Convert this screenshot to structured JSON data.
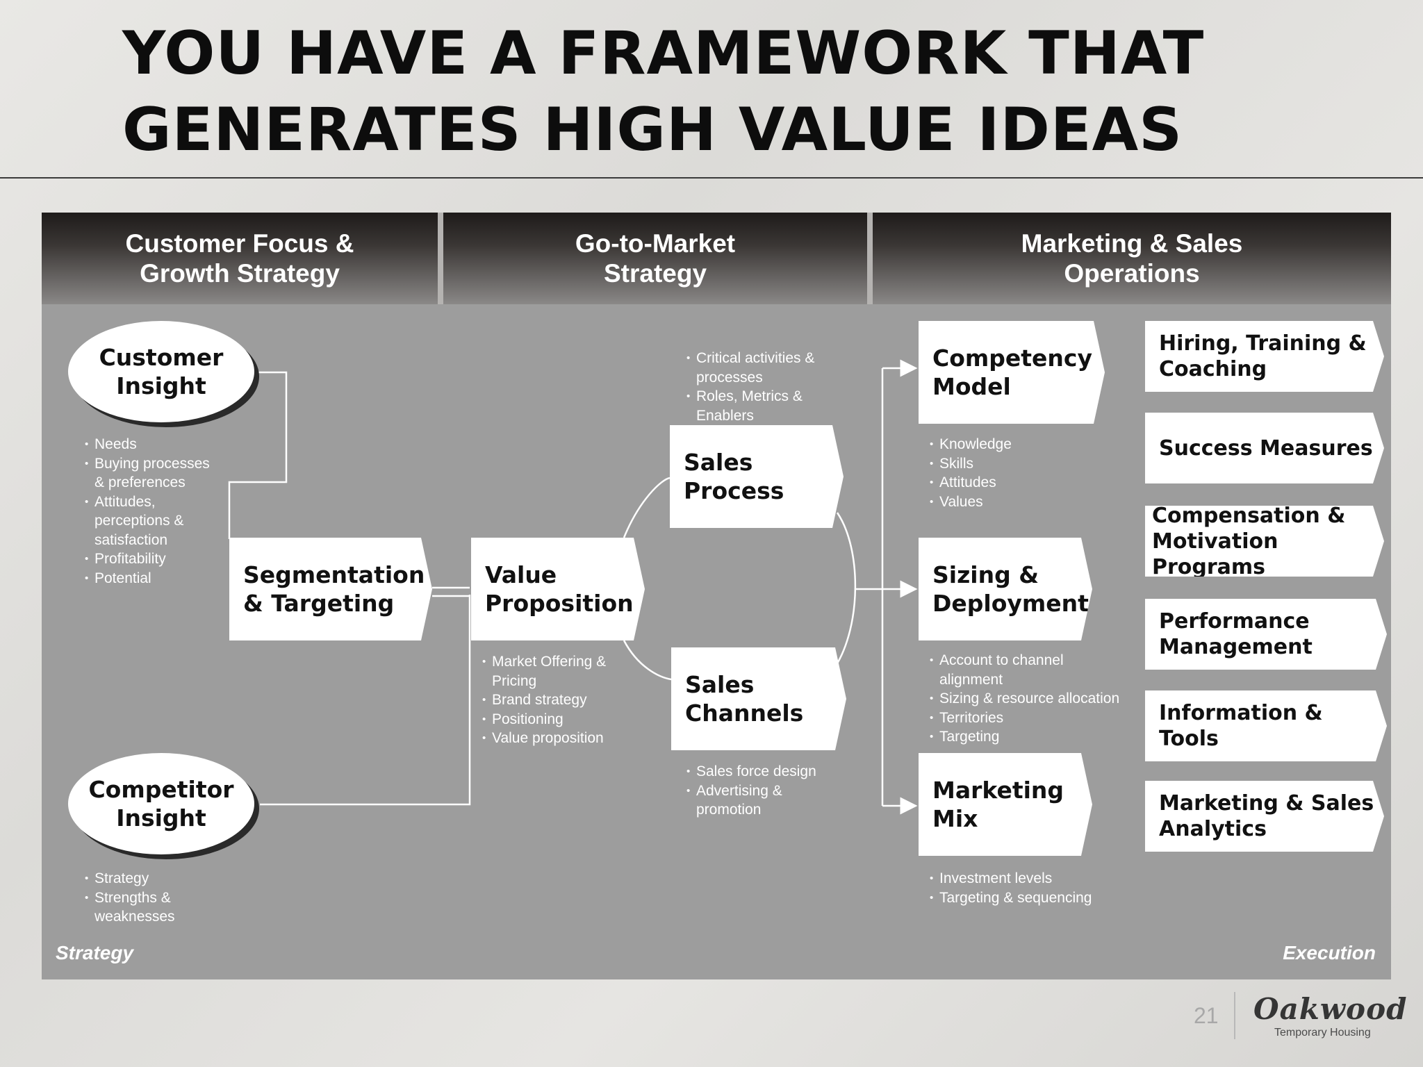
{
  "title": [
    "YOU HAVE A FRAMEWORK THAT",
    "GENERATES HIGH VALUE IDEAS"
  ],
  "columns": [
    {
      "lines": [
        "Customer Focus &",
        "Growth Strategy"
      ]
    },
    {
      "lines": [
        "Go-to-Market",
        "Strategy"
      ]
    },
    {
      "lines": [
        "Marketing & Sales",
        "Operations"
      ]
    }
  ],
  "ovals": {
    "customer_insight": [
      "Customer",
      "Insight"
    ],
    "competitor_insight": [
      "Competitor",
      "Insight"
    ]
  },
  "boxes": {
    "segmentation": [
      "Segmentation",
      "& Targeting"
    ],
    "value_proposition": [
      "Value",
      "Proposition"
    ],
    "sales_process": [
      "Sales",
      "Process"
    ],
    "sales_channels": [
      "Sales",
      "Channels"
    ],
    "competency_model": [
      "Competency",
      "Model"
    ],
    "sizing_deployment": [
      "Sizing &",
      "Deployment"
    ],
    "marketing_mix": [
      "Marketing",
      "Mix"
    ]
  },
  "operations": [
    [
      "Hiring, Training &",
      "Coaching"
    ],
    [
      "Success Measures"
    ],
    [
      "Compensation &",
      "Motivation Programs"
    ],
    [
      "Performance",
      "Management"
    ],
    [
      "Information & Tools"
    ],
    [
      "Marketing & Sales",
      "Analytics"
    ]
  ],
  "bullets": {
    "customer": [
      "Needs",
      "Buying processes",
      "& preferences",
      "Attitudes,",
      "perceptions &",
      "satisfaction",
      "Profitability",
      "Potential"
    ],
    "competitor": [
      "Strategy",
      "Strengths &",
      "weaknesses"
    ],
    "value_prop": [
      "Market Offering &",
      "Pricing",
      "Brand strategy",
      "Positioning",
      "Value proposition"
    ],
    "sales_process": [
      "Critical activities &",
      "processes",
      "Roles, Metrics &",
      "Enablers"
    ],
    "sales_channels": [
      "Sales force design",
      "Advertising &",
      "promotion"
    ],
    "competency": [
      "Knowledge",
      "Skills",
      "Attitudes",
      "Values"
    ],
    "sizing": [
      "Account to channel",
      "alignment",
      "Sizing & resource allocation",
      "Territories",
      "Targeting"
    ],
    "marketing_mix": [
      "Investment levels",
      "Targeting & sequencing"
    ]
  },
  "bullet_marks": {
    "customer": [
      true,
      true,
      false,
      true,
      false,
      false,
      true,
      true
    ],
    "competitor": [
      true,
      true,
      false
    ],
    "value_prop": [
      true,
      false,
      true,
      true,
      true
    ],
    "sales_process": [
      true,
      false,
      true,
      false
    ],
    "sales_channels": [
      true,
      true,
      false
    ],
    "competency": [
      true,
      true,
      true,
      true
    ],
    "sizing": [
      true,
      false,
      true,
      true,
      true
    ],
    "marketing_mix": [
      true,
      true
    ]
  },
  "footer_left": "Strategy",
  "footer_right": "Execution",
  "page_number": "21",
  "logo": {
    "name": "Oakwood",
    "tagline": "Temporary Housing"
  }
}
